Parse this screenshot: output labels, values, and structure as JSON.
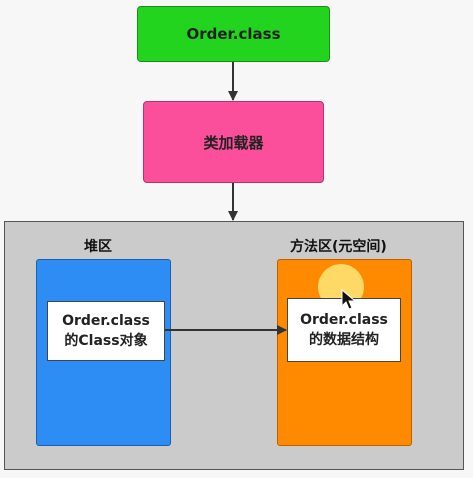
{
  "nodes": {
    "order_class": "Order.class",
    "class_loader": "类加载器"
  },
  "runtime_area": {
    "heap": {
      "label": "堆区",
      "card_line1": "Order.class",
      "card_line2": "的Class对象"
    },
    "method_area": {
      "label": "方法区(元空间)",
      "card_line1": "Order.class",
      "card_line2": "的数据结构"
    }
  },
  "colors": {
    "order_class": "#22d41e",
    "class_loader": "#fb4f9b",
    "runtime_area": "#cbcbcb",
    "heap": "#2d8df5",
    "method_area": "#ff8a00"
  }
}
